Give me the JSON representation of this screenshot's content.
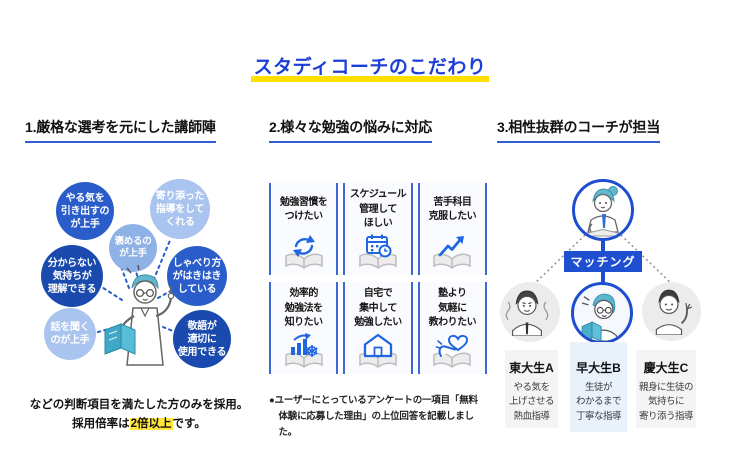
{
  "title": "スタディコーチのこだわり",
  "col1": {
    "heading": "1.厳格な選考を元にした講師陣",
    "bubbles": [
      {
        "label": "やる気を\n引き出すの\nが上手",
        "color": "#2a5dca"
      },
      {
        "label": "寄り添った\n指導をして\nくれる",
        "color": "#a9c4ee"
      },
      {
        "label": "褒めるの\nが上手",
        "color": "#8fb2e6"
      },
      {
        "label": "分からない\n気持ちが\n理解できる",
        "color": "#1b4aae"
      },
      {
        "label": "しゃべり方\nがはきはき\nしている",
        "color": "#2a5dca"
      },
      {
        "label": "話を聞く\nのが上手",
        "color": "#a9c4ee"
      },
      {
        "label": "敬語が\n適切に\n使用できる",
        "color": "#1b4aae"
      }
    ],
    "illustration": "teacher-pointing-with-book",
    "note": {
      "line1": "などの判断項目を満たした方のみを採用。",
      "line2_prefix": "採用倍率は",
      "line2_highlight": "2倍以上",
      "line2_suffix": "です。"
    }
  },
  "col2": {
    "heading": "2.様々な勉強の悩みに対応",
    "cards": [
      {
        "label": "勉強習慣を\nつけたい",
        "icon": "cycle-book-icon"
      },
      {
        "label": "スケジュール\n管理して\nほしい",
        "icon": "calendar-book-icon"
      },
      {
        "label": "苦手科目\n克服したい",
        "icon": "rising-arrow-book-icon"
      },
      {
        "label": "効率的\n勉強法を\n知りたい",
        "icon": "chart-gear-book-icon"
      },
      {
        "label": "自宅で\n集中して\n勉強したい",
        "icon": "house-book-icon"
      },
      {
        "label": "塾より\n気軽に\n教わりたい",
        "icon": "hand-heart-book-icon"
      }
    ],
    "footnote": "●ユーザーにとっているアンケートの一項目「無料体験に応募した理由」の上位回答を記載しました。"
  },
  "col3": {
    "heading": "3.相性抜群のコーチが担当",
    "coach_illustration": "coach-at-desk",
    "matching_label": "マッチング",
    "students": [
      {
        "name": "東大生A",
        "description": "やる気を\n上げさせる\n熱血指導",
        "highlighted": false
      },
      {
        "name": "早大生B",
        "description": "生徒が\nわかるまで\n丁寧な指導",
        "highlighted": true
      },
      {
        "name": "慶大生C",
        "description": "親身に生徒の\n気持ちに\n寄り添う指導",
        "highlighted": false
      }
    ]
  },
  "colors": {
    "title_blue": "#1c3ed8",
    "title_underline_yellow": "#ffdf00",
    "heading_underline_blue": "#2f5fd3",
    "bubble_dark_blue": "#1b4aae",
    "bubble_medium_blue": "#2a5dca",
    "bubble_light_blue": "#a9c4ee",
    "note_highlight_yellow": "#ffe53d",
    "grid_border_blue": "#3b68d3",
    "icon_blue": "#1f66e0",
    "matching_box_blue": "#1e4fd0",
    "student_card_gray": "#f4f4f5",
    "student_card_light_blue": "#e9f1fb"
  }
}
